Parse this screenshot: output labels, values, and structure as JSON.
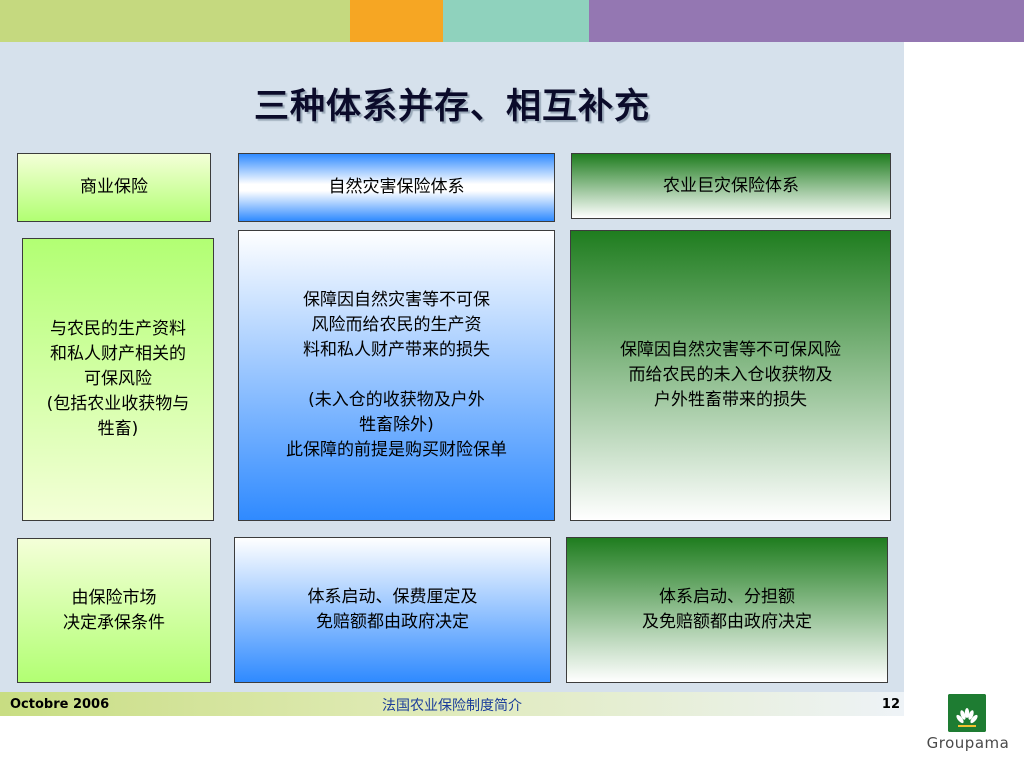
{
  "title": "三种体系并存、相互补充",
  "columns": [
    {
      "header": "商业保险",
      "description": "与农民的生产资料\n和私人财产相关的\n可保风险\n(包括农业收获物与\n牲畜)",
      "condition": "由保险市场\n决定承保条件"
    },
    {
      "header": "自然灾害保险体系",
      "description": "保障因自然灾害等不可保\n风险而给农民的生产资\n料和私人财产带来的损失\n\n(未入仓的收获物及户外\n牲畜除外)\n此保障的前提是购买财险保单",
      "condition": "体系启动、保费厘定及\n免赔额都由政府决定"
    },
    {
      "header": "农业巨灾保险体系",
      "description": "保障因自然灾害等不可保风险\n而给农民的未入仓收获物及\n户外牲畜带来的损失",
      "condition": "体系启动、分担额\n及免赔额都由政府决定"
    }
  ],
  "footer": {
    "date": "Octobre 2006",
    "subject": "法国农业保险制度简介",
    "page": "12"
  },
  "logo": {
    "text": "Groupama",
    "icon": "groupama-logo-icon"
  },
  "colors": {
    "light_green": "#b2ff73",
    "blue": "#2f8aff",
    "dark_green": "#1f7d1f",
    "background": "#d6e1ec"
  }
}
